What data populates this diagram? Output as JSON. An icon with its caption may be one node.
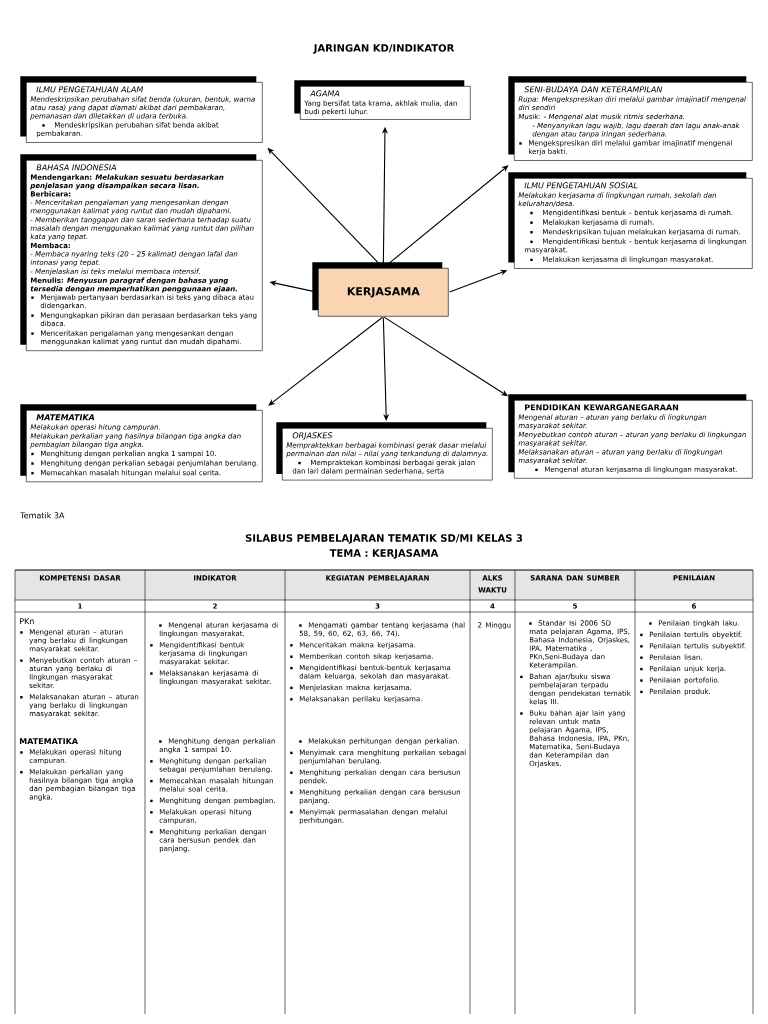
{
  "diagram": {
    "title": "JARINGAN KD/INDIKATOR",
    "nodes": [
      {
        "text": [
          "KERJASAMA"
        ]
      },
      {
        "text": [
          "ILMU PENGETAHUAN ALAM",
          "Mendeskripsikan perubahan sifat benda (ukuran, bentuk, warna atau rasa) yang dapat diamati akibat dari pembakaran, pemanasan dan diletakkan di udara terbuka.",
          "Mendeskripsikan perubahan sifat benda akibat pembakaran."
        ]
      },
      {
        "text": [
          "AGAMA",
          "Yang bersifat tata krama, akhlak mulia, dan budi pekerti luhur."
        ]
      },
      {
        "text": [
          "SENI-BUDAYA DAN KETERAMPILAN",
          "Rupa: Mengekspresikan diri melalui gambar imajinatif mengenal diri sendiri",
          "Musik: - Mengenal alat musik ritmis sederhana.",
          "- Menyanyikan lagu wajib, lagu daerah dan lagu anak-anak dengan atau tanpa iringan sederhana.",
          "Mengekspresikan diri melalui gambar imajinatif mengenai kerja bakti."
        ]
      },
      {
        "text": [
          "BAHASA INDONESIA",
          "Mendengarkan: *Melakukan sesuatu berdasarkan penjelasan yang disampaikan secara lisan.*",
          "Berbicara:",
          "- Menceritakan pengalaman yang mengesankan dengan menggunakan kalimat yang runtut dan mudah dipahami.",
          "- Memberikan tanggapan dan saran sederhana terhadap suatu masalah dengan menggunakan kalimat yang runtut dan pilihan kata yang tepat.",
          "Membaca:",
          "- Membaca nyaring teks (20 – 25 kalimat) dengan lafal dan intonasi yang tepat.",
          "- Menjelaskan isi teks melalui membaca intensif.",
          "Menulis: *Menyusun paragraf dengan bahasa yang tersedia dengan memperhatikan penggunaan ejaan.*",
          "Menjawab pertanyaan berdasarkan isi teks yang dibaca atau didengarkan.",
          "Mengungkapkan pikiran dan perasaan berdasarkan teks yang dibaca.",
          "Menceritakan pengalaman yang mengesankan dengan menggunakan kalimat yang runtut dan mudah dipahami."
        ]
      },
      {
        "text": [
          "ILMU PENGETAHUAN SOSIAL",
          "Melakukan kerjasama di lingkungan rumah, sekolah dan kelurahan/desa.",
          "Mengidentifikasi bentuk – bentuk kerjasama di rumah.",
          "Melakukan kerjasama di rumah.",
          "Mendeskripsikan tujuan melakukan kerjasama di rumah.",
          "Mengidentifikasi bentuk – bentuk kerjasama di lingkungan masyarakat.",
          "Melakukan kerjasama di lingkungan masyarakat."
        ]
      },
      {
        "text": [
          "MATEMATIKA",
          "Melakukan operasi hitung campuran.",
          "Melakukan perkalian yang hasilnya bilangan tiga angka dan pembagian bilangan tiga angka.",
          "Menghitung dengan perkalian angka 1 sampai 10.",
          "Menghitung dengan perkalian sebagai penjumlahan berulang.",
          "Memecahkan masalah hitungan melalui soal cerita."
        ]
      },
      {
        "text": [
          "ORJASKES",
          "Mempraktekkan berbagai kombinasi gerak dasar melalui permainan dan nilai – nilai yang terkandung di dalamnya.",
          "Mempraktekan kombinasi berbagai gerak jalan dan lari dalam permainan sederhana, serta"
        ]
      },
      {
        "text": [
          "PENDIDIKAN KEWARGANEGARAAN",
          "Mengenal aturan – aturan yang berlaku di lingkungan masyarakat sekitar.",
          "Menyebutkan contoh aturan – aturan yang berlaku di lingkungan masyarakat sekitar.",
          "Melaksanakan aturan – aturan yang berlaku di lingkungan masyarakat sekitar.",
          "Mengenal aturan kerjasama di lingkungan masyarakat."
        ]
      }
    ],
    "edges": [
      {
        "from": 0,
        "to": 1,
        "arrow": "to"
      },
      {
        "from": 0,
        "to": 2,
        "arrow": "to"
      },
      {
        "from": 0,
        "to": 3,
        "arrow": "to"
      },
      {
        "from": 0,
        "to": 4,
        "arrow": "to"
      },
      {
        "from": 0,
        "to": 5,
        "arrow": "to"
      },
      {
        "from": 0,
        "to": 6,
        "arrow": "to"
      },
      {
        "from": 0,
        "to": 7,
        "arrow": "to"
      },
      {
        "from": 0,
        "to": 8,
        "arrow": "to"
      }
    ],
    "labels": [
      "Tematik 3A",
      "SILABUS PEMBELAJARAN TEMATIK SD/MI KELAS  3",
      "TEMA :  KERJASAMA",
      "KOMPETENSI DASAR",
      "INDIKATOR",
      "KEGIATAN PEMBELAJARAN",
      "ALKS WAKTU",
      "SARANA DAN SUMBER",
      "PENILAIAN",
      "1",
      "2",
      "3",
      "4",
      "5",
      "6",
      "PKn",
      "Mengenal aturan – aturan yang berlaku di lingkungan masyarakat sekitar.",
      "Menyebutkan contoh aturan – aturan yang berlaku di lingkungan masyarakat sekitar.",
      "Melaksanakan aturan – aturan yang berlaku di lingkungan masyarakat sekitar.",
      "MATEMATIKA",
      "Melakukan operasi hitung campuran.",
      "Melakukan perkalian yang hasilnya bilangan tiga angka dan pembagian bilangan tiga angka.",
      "Mengenal aturan kerjasama di lingkungan masyarakat.",
      "Mengidentifikasi bentuk kerjasama di lingkungan masyarakat sekitar.",
      "Melaksanakan kerjasama di lingkungan masyarakat sekitar.",
      "Menghitung dengan perkalian angka 1 sampai 10.",
      "Menghitung dengan perkalian sebagai penjumlahan berulang.",
      "Memecahkan masalah hitungan melalui soal cerita.",
      "Menghitung dengan pembagian.",
      "Melakukan operasi hitung campuran.",
      "Menghitung perkalian dengan cara bersusun pendek dan panjang.",
      "Mengamati gambar tentang kerjasama (hal 58, 59, 60, 62, 63, 66, 74).",
      "Menceritakan makna kerjasama.",
      "Memberikan contoh sikap kerjasama.",
      "Mengidentifikasi bentuk-bentuk kerjasama dalam keluarga, sekolah dan masyarakat.",
      "Menjelaskan makna kerjasama.",
      "Melaksanakan perilaku kerjasama.",
      "Melakukan  perhitungan dengan perkalian.",
      "Menyimak cara menghitung perkalian sebagai penjumlahan berulang.",
      "Menghitung perkalian dengan cara bersusun pendek.",
      "Menghitung perkalian dengan cara bersusun panjang.",
      "Menyimak permasalahan dengan melalui perhitungan.",
      "2 Minggu",
      "Standar Isi 2006 SD mata pelajaran Agama, IPS, Bahasa Indonesia, Orjaskes, IPA, Matematika , PKn,Seni-Budaya dan Keterampilan.",
      "Bahan ajar/buku siswa pembelajaran terpadu dengan pendekatan tematik kelas III.",
      "Buku bahan ajar lain yang relevan untuk mata pelajaran Agama, IPS, Bahasa Indonesia, IPA,  PKn, Matematika, Seni-Budaya dan Keterampilan dan Orjaskes.",
      "Penilaian tingkah laku.",
      "Penilaian tertulis obyektif.",
      "Penilaian tertulis subyektif.",
      "Penilaian lisan.",
      "Penilaian unjuk kerja.",
      "Penilaian portofolio.",
      "Penilaian produk."
    ]
  }
}
